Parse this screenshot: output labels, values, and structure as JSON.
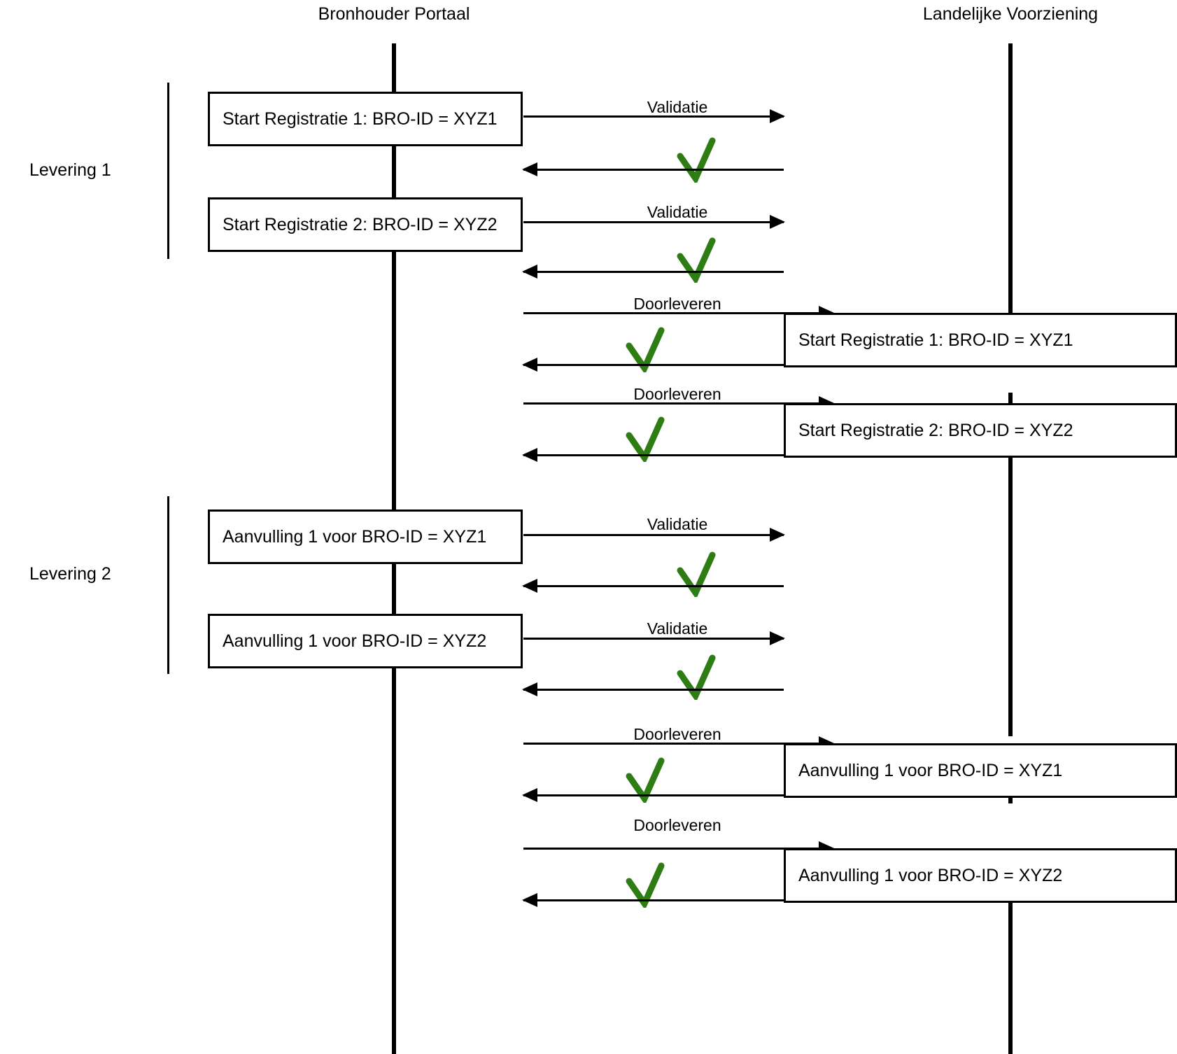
{
  "diagram": {
    "type": "sequence-diagram",
    "title_left": "Bronhouder Portaal",
    "title_right": "Landelijke Voorziening",
    "accent_green": "#2e7d14",
    "line_color": "#000000",
    "background": "#ffffff"
  },
  "lanes": [
    {
      "id": "bronhouder",
      "label": "Bronhouder Portaal"
    },
    {
      "id": "landelijke",
      "label": "Landelijke Voorziening"
    }
  ],
  "groups": [
    {
      "id": "levering-1",
      "label": "Levering 1"
    },
    {
      "id": "levering-2",
      "label": "Levering 2"
    }
  ],
  "left_boxes": [
    {
      "id": "lb1",
      "label": "Start Registratie 1: BRO-ID = XYZ1"
    },
    {
      "id": "lb2",
      "label": "Start Registratie 2: BRO-ID = XYZ2"
    },
    {
      "id": "lb3",
      "label": "Aanvulling 1 voor BRO-ID = XYZ1"
    },
    {
      "id": "lb4",
      "label": "Aanvulling 1 voor BRO-ID = XYZ2"
    }
  ],
  "right_boxes": [
    {
      "id": "rb1",
      "label": "Start Registratie 1: BRO-ID = XYZ1"
    },
    {
      "id": "rb2",
      "label": "Start Registratie 2: BRO-ID = XYZ2"
    },
    {
      "id": "rb3",
      "label": "Aanvulling 1 voor BRO-ID = XYZ1"
    },
    {
      "id": "rb4",
      "label": "Aanvulling 1 voor BRO-ID = XYZ2"
    }
  ],
  "arrow_labels": [
    {
      "id": "a1",
      "label": "Validatie"
    },
    {
      "id": "a2",
      "label": "Validatie"
    },
    {
      "id": "a3",
      "label": "Doorleveren"
    },
    {
      "id": "a4",
      "label": "Doorleveren"
    },
    {
      "id": "a5",
      "label": "Validatie"
    },
    {
      "id": "a6",
      "label": "Validatie"
    },
    {
      "id": "a7",
      "label": "Doorleveren"
    },
    {
      "id": "a8",
      "label": "Doorleveren"
    }
  ],
  "checkmarks": [
    {
      "id": "c1",
      "glyph": "check-mark-icon"
    },
    {
      "id": "c2",
      "glyph": "check-mark-icon"
    },
    {
      "id": "c3",
      "glyph": "check-mark-icon"
    },
    {
      "id": "c4",
      "glyph": "check-mark-icon"
    },
    {
      "id": "c5",
      "glyph": "check-mark-icon"
    },
    {
      "id": "c6",
      "glyph": "check-mark-icon"
    },
    {
      "id": "c7",
      "glyph": "check-mark-icon"
    },
    {
      "id": "c8",
      "glyph": "check-mark-icon"
    }
  ]
}
